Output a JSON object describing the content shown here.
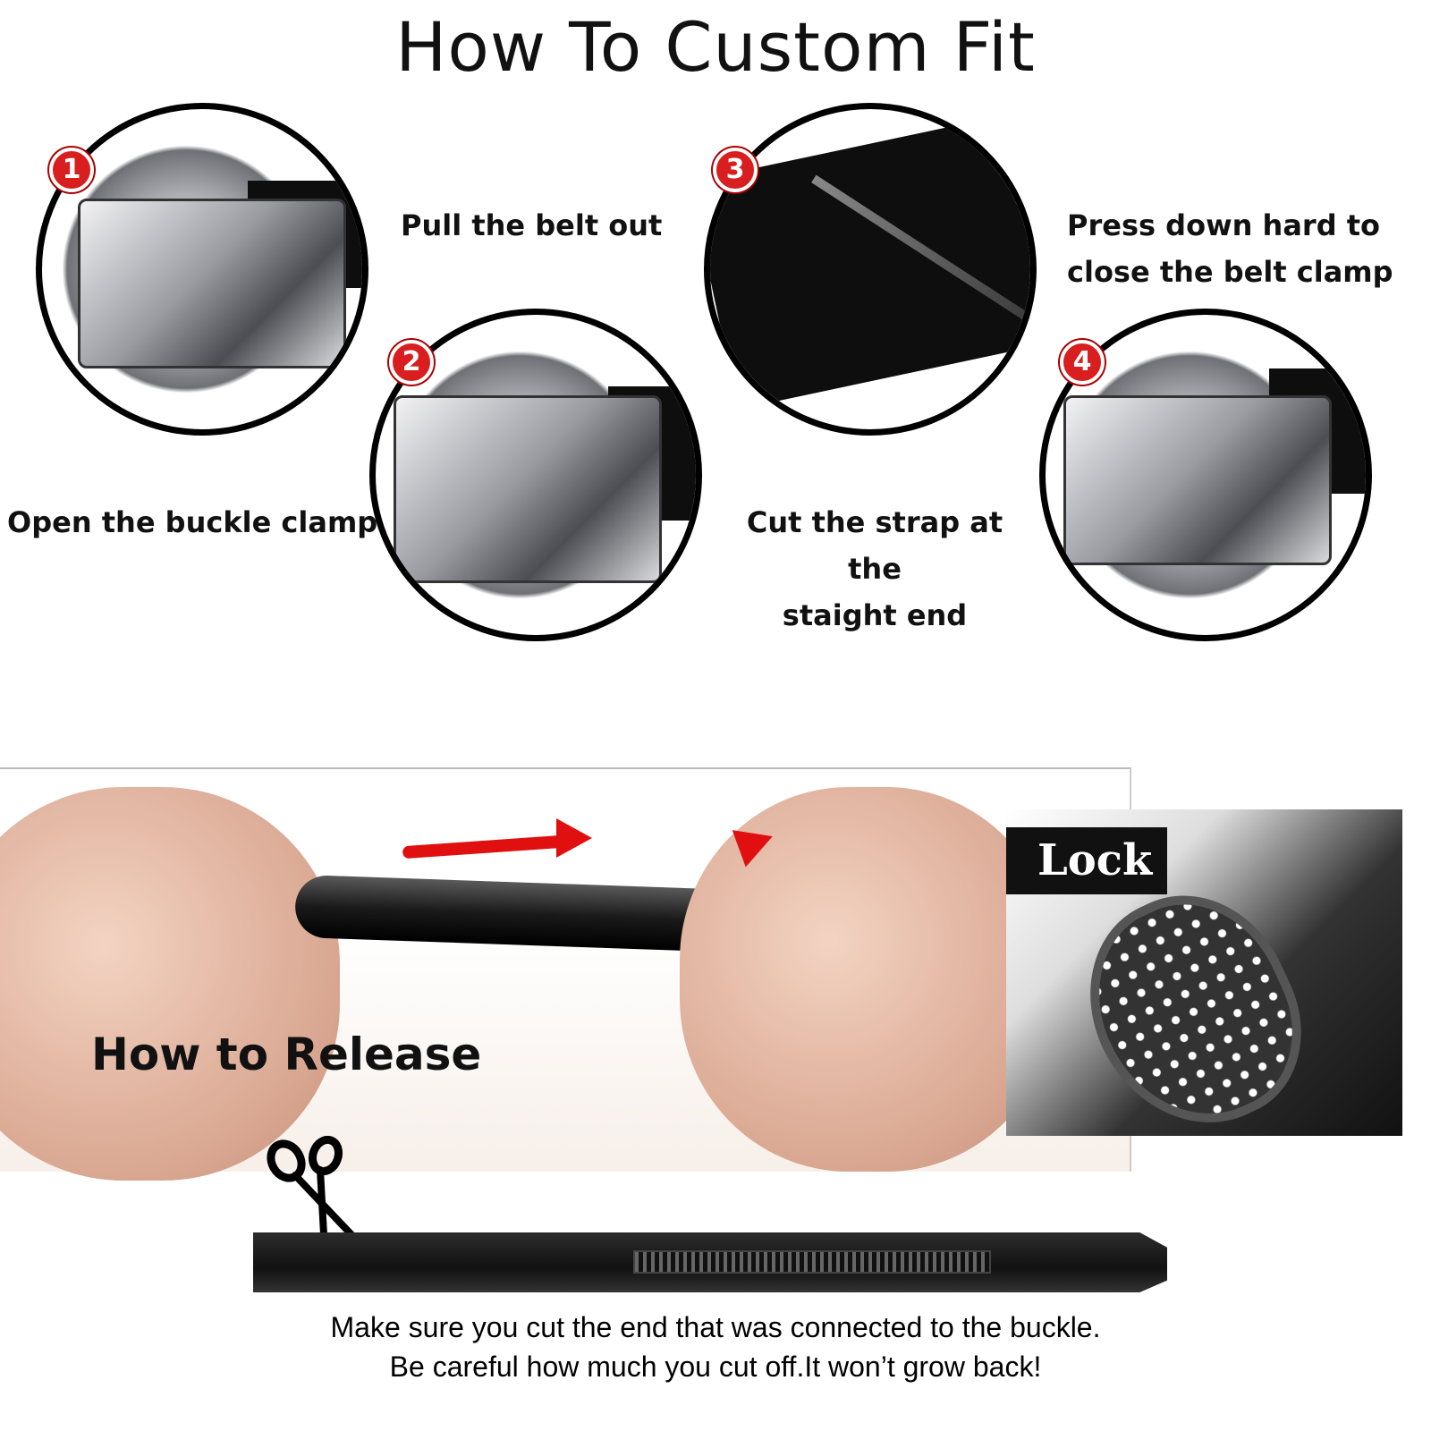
{
  "title": "How To Custom Fit",
  "steps": [
    {
      "number": "1",
      "caption": "Pull the belt out"
    },
    {
      "number": "2",
      "caption": "Open the buckle clamp"
    },
    {
      "number": "3",
      "caption_line1": "Cut the strap at the",
      "caption_line2": "staight end"
    },
    {
      "number": "4",
      "caption_line1": "Press down hard to",
      "caption_line2": "close the belt clamp"
    }
  ],
  "release_label": "How to Release",
  "lock_label": "Lock",
  "note_line1": "Make sure you cut the end that was connected to the buckle.",
  "note_line2": "Be careful how much you cut off.It won’t grow back!",
  "colors": {
    "badge": "#d81e1e",
    "arrow": "#e01010"
  }
}
